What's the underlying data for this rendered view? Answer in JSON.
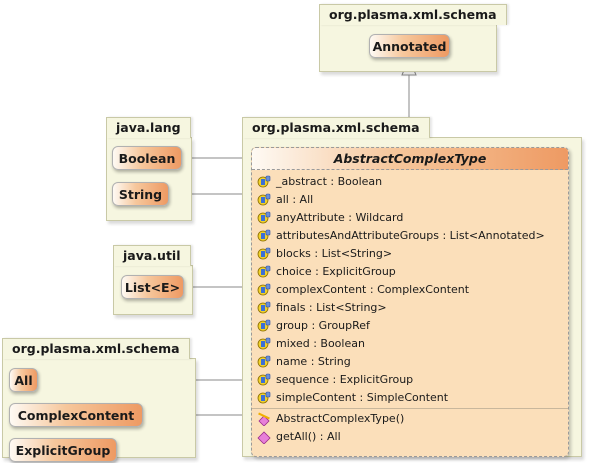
{
  "packages": {
    "top": "org.plasma.xml.schema",
    "java_lang": "java.lang",
    "main": "org.plasma.xml.schema",
    "java_util": "java.util",
    "bottom_left": "org.plasma.xml.schema"
  },
  "classes": {
    "annotated": "Annotated",
    "boolean": "Boolean",
    "string": "String",
    "list": "List<E>",
    "all": "All",
    "complex_content": "ComplexContent",
    "explicit_group_partial": "ExplicitGroup"
  },
  "abstract_complex_type": {
    "title": "AbstractComplexType",
    "fields": [
      "_abstract : Boolean",
      "all : All",
      "anyAttribute : Wildcard",
      "attributesAndAttributeGroups : List<Annotated>",
      "blocks : List<String>",
      "choice : ExplicitGroup",
      "complexContent : ComplexContent",
      "finals : List<String>",
      "group : GroupRef",
      "mixed : Boolean",
      "name : String",
      "sequence : ExplicitGroup",
      "simpleContent : SimpleContent"
    ],
    "constructor": "AbstractComplexType()",
    "methods": [
      "getAll() : All"
    ]
  },
  "icons": {
    "field": "protected-field-icon",
    "constructor": "constructor-icon",
    "method": "method-icon"
  },
  "colors": {
    "package_fill": "#f6f6e0",
    "class_gradient_end": "#ee9a63",
    "class_body": "#fbdfba"
  }
}
